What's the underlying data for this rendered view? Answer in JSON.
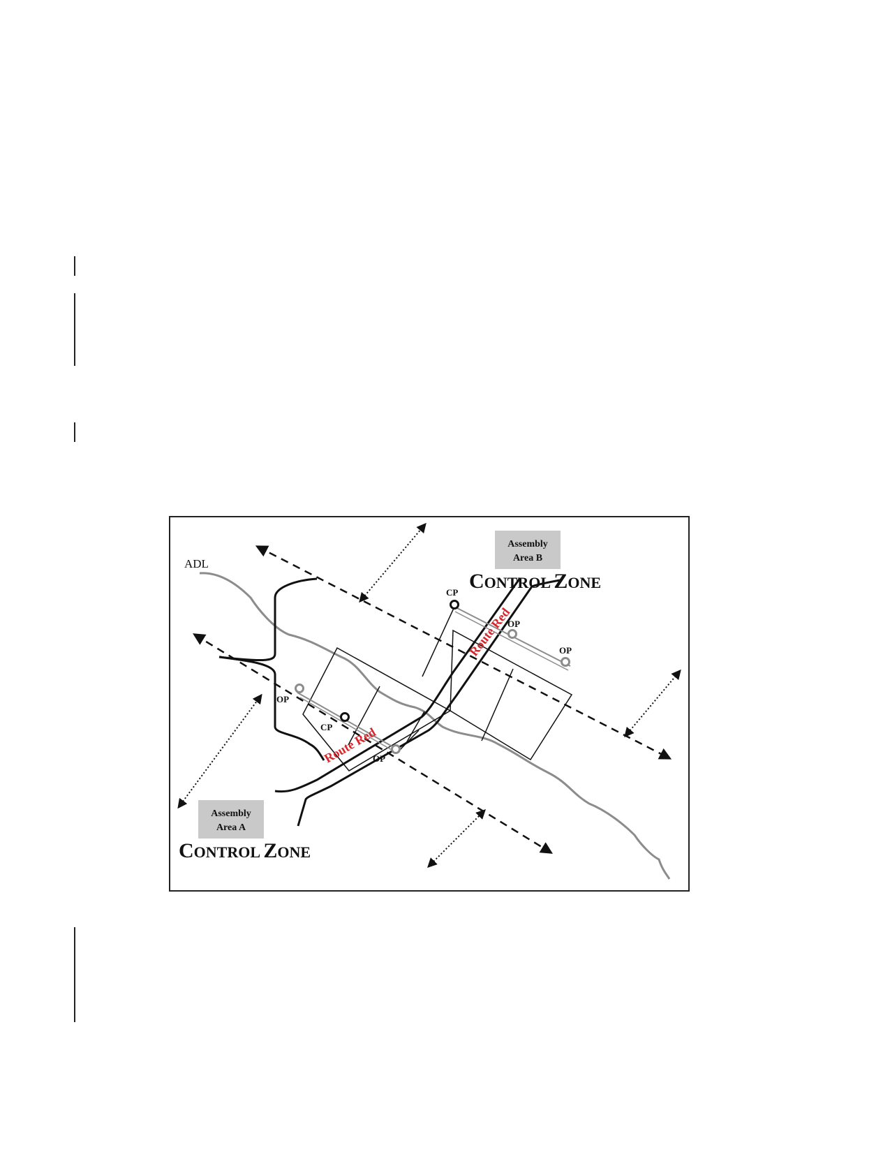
{
  "colors": {
    "route": "#d8252b",
    "adl_line": "#8c8c8c",
    "assembly_box": "#c9c9c9",
    "op_marker": "#8c8c8c",
    "cp_marker": "#111111"
  },
  "diagram": {
    "adl_label": "ADL",
    "assembly_area_b": {
      "line1": "Assembly",
      "line2": "Area B"
    },
    "assembly_area_a": {
      "line1": "Assembly",
      "line2": "Area A"
    },
    "control_zone_b": {
      "c": "C",
      "ontrol": "ONTROL",
      "z": "Z",
      "one": "ONE"
    },
    "control_zone_a": {
      "c": "C",
      "ontrol": "ONTROL",
      "z": "Z",
      "one": "ONE"
    },
    "route_upper": "Route Red",
    "route_lower": "Route Red",
    "cp_upper": "CP",
    "cp_lower": "CP",
    "op_upper_1": "OP",
    "op_upper_2": "OP",
    "op_lower_1": "OP",
    "op_lower_2": "OP"
  }
}
